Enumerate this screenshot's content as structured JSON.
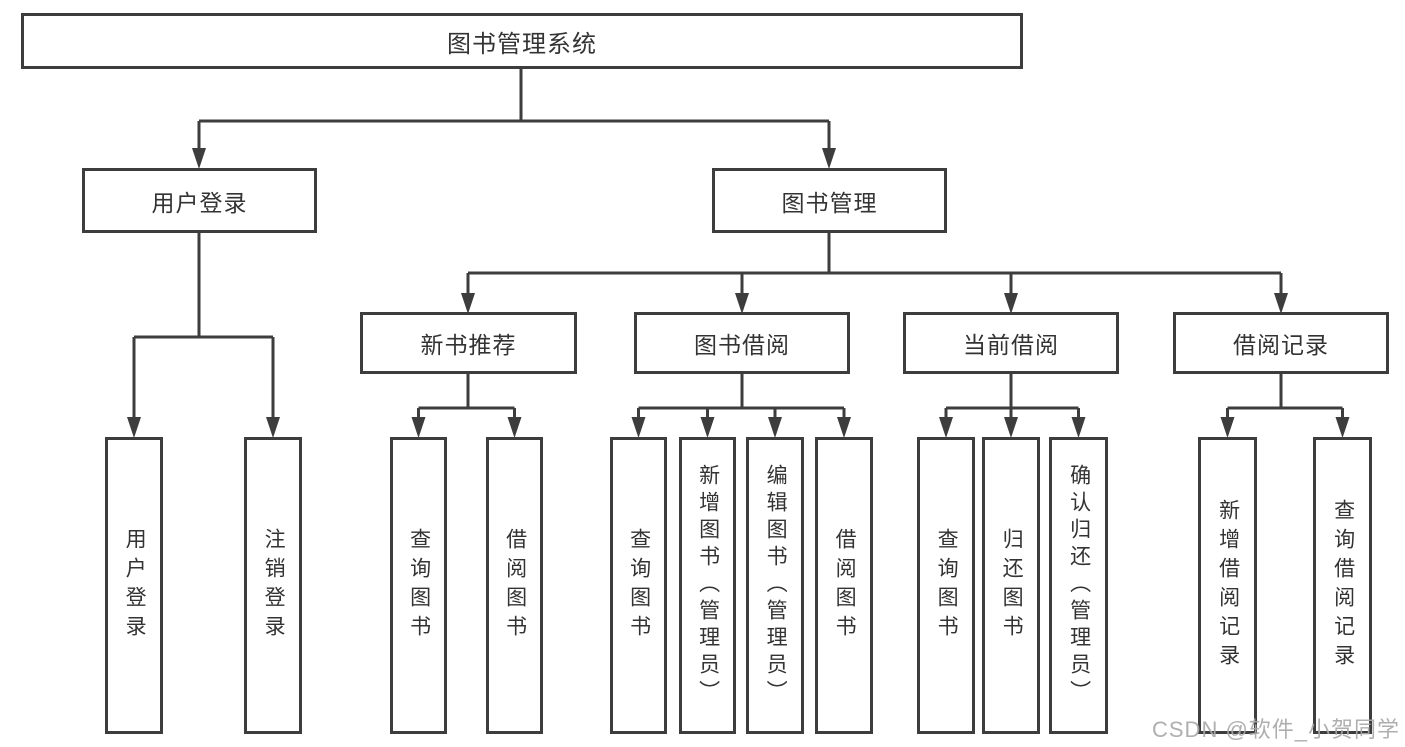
{
  "tree": {
    "root": {
      "label": "图书管理系统",
      "children": [
        {
          "label": "用户登录",
          "children": [
            {
              "label": "用户登录"
            },
            {
              "label": "注销登录"
            }
          ]
        },
        {
          "label": "图书管理",
          "children": [
            {
              "label": "新书推荐",
              "children": [
                {
                  "label": "查询图书"
                },
                {
                  "label": "借阅图书"
                }
              ]
            },
            {
              "label": "图书借阅",
              "children": [
                {
                  "label": "查询图书"
                },
                {
                  "label": "新增图书（管理员）"
                },
                {
                  "label": "编辑图书（管理员）"
                },
                {
                  "label": "借阅图书"
                }
              ]
            },
            {
              "label": "当前借阅",
              "children": [
                {
                  "label": "查询图书"
                },
                {
                  "label": "归还图书"
                },
                {
                  "label": "确认归还（管理员）"
                }
              ]
            },
            {
              "label": "借阅记录",
              "children": [
                {
                  "label": "新增借阅记录"
                },
                {
                  "label": "查询借阅记录"
                }
              ]
            }
          ]
        }
      ]
    }
  },
  "watermark": {
    "text": "CSDN @软件_小贺同学"
  },
  "colors": {
    "line": "#3d3d3d",
    "box_border": "#3d3d3d",
    "text": "#333333",
    "background": "#ffffff",
    "watermark": "#a8a8a8"
  }
}
